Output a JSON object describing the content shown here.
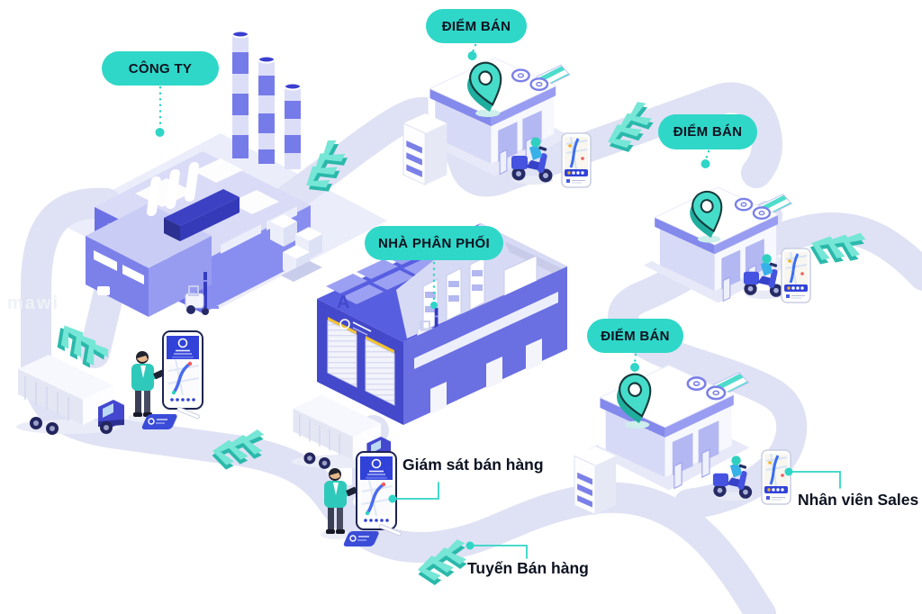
{
  "pills": {
    "company": {
      "label": "CÔNG TY"
    },
    "pos_top": {
      "label": "ĐIỂM BÁN"
    },
    "pos_right": {
      "label": "ĐIỂM BÁN"
    },
    "distributor": {
      "label": "NHÀ PHÂN PHỐI"
    },
    "pos_bottom": {
      "label": "ĐIỂM BÁN"
    }
  },
  "annotations": {
    "sales_supervisor": "Giám sát bán hàng",
    "sales_route": "Tuyến Bán hàng",
    "sales_rep": "Nhân viên Sales"
  },
  "warehouse": {
    "dock_label": "A"
  },
  "watermark": "mawi",
  "colors": {
    "pill_bg": "#2fd7c8",
    "connector_teal": "#2fd5c6",
    "arrow_teal_top": "#76e6d6",
    "arrow_teal_side": "#2ab9ab",
    "indigo_dark": "#4449cb",
    "indigo": "#6a6fe2",
    "indigo_mid": "#8a8ff0",
    "lavender": "#d9dbf7",
    "road": "#dfe1f4",
    "label_text": "#0d1220",
    "app_blue": "#3142d8"
  },
  "illustrations": {
    "factory": "company factory with smokestacks",
    "warehouse": "distributor warehouse with loading docks",
    "store": "point-of-sale shop with striped awning",
    "pin": "teal location pin",
    "truck": "delivery box truck",
    "scooter": "delivery scooter",
    "phone": "smartphone with route map app",
    "salesperson": "field sales person with device",
    "route_arrows": "teal route chevron arrows"
  }
}
